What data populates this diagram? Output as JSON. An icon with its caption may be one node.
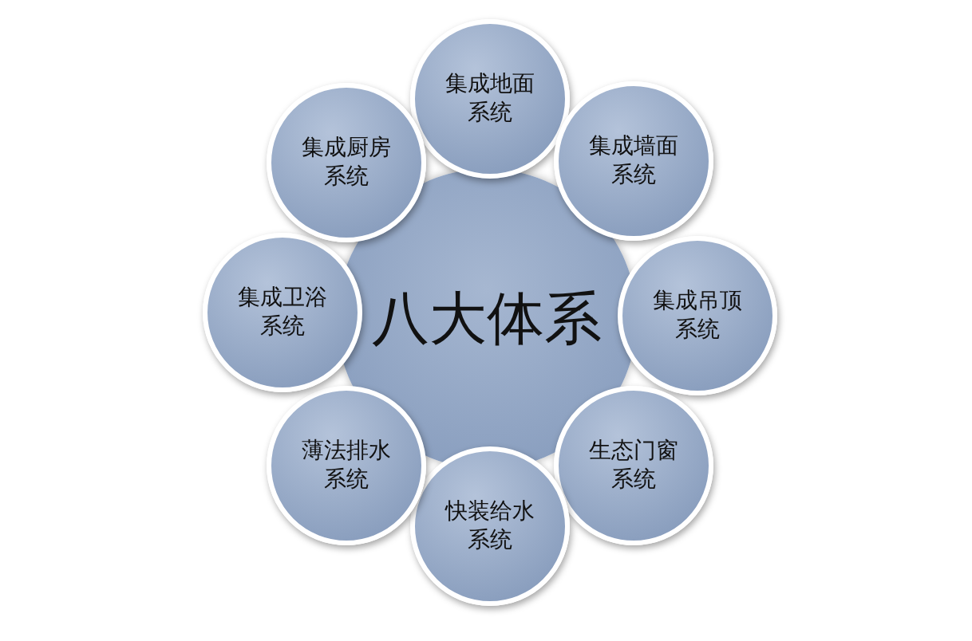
{
  "diagram": {
    "nodes": [
      {
        "text": [
          "八大体系"
        ]
      },
      {
        "text": [
          "集成地面系统"
        ]
      },
      {
        "text": [
          "集成墙面系统"
        ]
      },
      {
        "text": [
          "集成吊顶系统"
        ]
      },
      {
        "text": [
          "生态门窗系统"
        ]
      },
      {
        "text": [
          "快装给水系统"
        ]
      },
      {
        "text": [
          "薄法排水系统"
        ]
      },
      {
        "text": [
          "集成卫浴系统"
        ]
      },
      {
        "text": [
          "集成厨房系统"
        ]
      }
    ]
  }
}
